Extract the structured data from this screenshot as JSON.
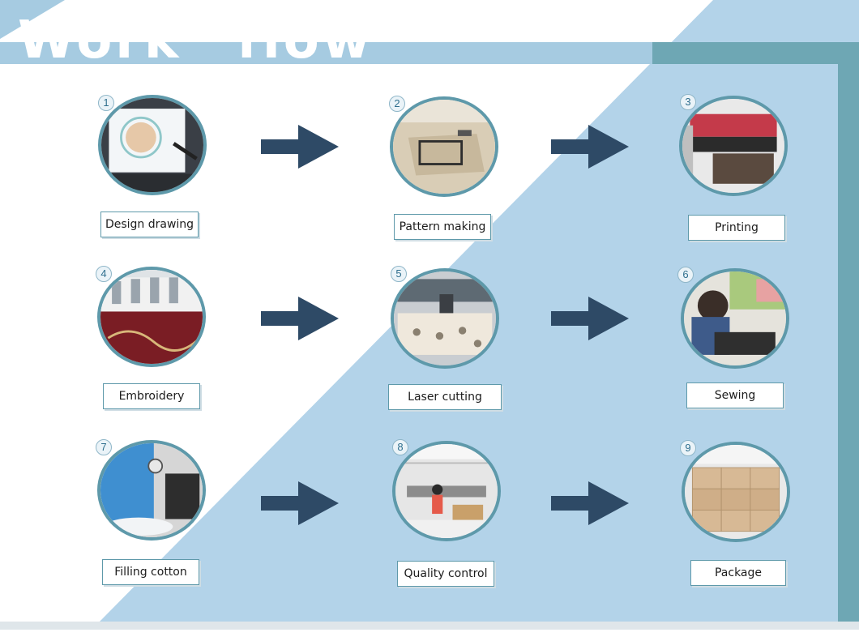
{
  "header": {
    "title_word_1": "Work",
    "title_word_2": "flow"
  },
  "colors": {
    "background_blue": "#b3d3e9",
    "header_band": "#a6cbe1",
    "right_edge": "#6ea7b4",
    "circle_border": "#5e99aa",
    "arrow": "#2e4a66",
    "badge_text": "#2f6f8e"
  },
  "steps": [
    {
      "number": "1",
      "label": "Design drawing",
      "icon": "design-drawing-photo"
    },
    {
      "number": "2",
      "label": "Pattern  making",
      "icon": "pattern-making-photo"
    },
    {
      "number": "3",
      "label": "Printing",
      "icon": "printing-photo"
    },
    {
      "number": "4",
      "label": "Embroidery",
      "icon": "embroidery-photo"
    },
    {
      "number": "5",
      "label": "Laser cutting",
      "icon": "laser-cutting-photo"
    },
    {
      "number": "6",
      "label": "Sewing",
      "icon": "sewing-photo"
    },
    {
      "number": "7",
      "label": "Filling cotton",
      "icon": "filling-cotton-photo"
    },
    {
      "number": "8",
      "label": "Quality control",
      "icon": "quality-control-photo"
    },
    {
      "number": "9",
      "label": "Package",
      "icon": "package-photo"
    }
  ],
  "arrows": [
    "right-arrow-icon",
    "right-arrow-icon",
    "right-arrow-icon",
    "right-arrow-icon",
    "right-arrow-icon",
    "right-arrow-icon"
  ]
}
